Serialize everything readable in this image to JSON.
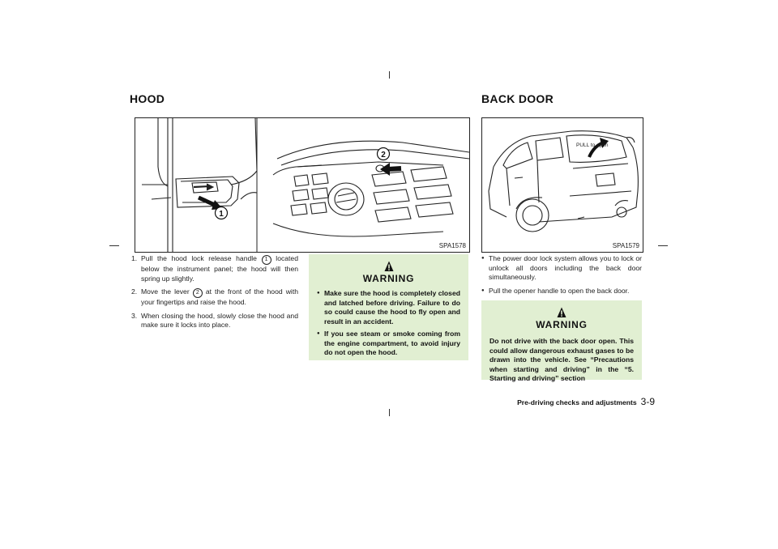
{
  "hood": {
    "title": "HOOD",
    "figure_code": "SPA1578",
    "callout_1": "1",
    "callout_2": "2",
    "steps": [
      {
        "num": "1.",
        "pre": "Pull the hood lock release handle ",
        "callout": "1",
        "post": " located below the instrument panel; the hood will then spring up slightly."
      },
      {
        "num": "2.",
        "pre": "Move the lever ",
        "callout": "2",
        "post": " at the front of the hood with your fingertips and raise the hood."
      },
      {
        "num": "3.",
        "pre": "When closing the hood, slowly close the hood and make sure it locks into place.",
        "callout": "",
        "post": ""
      }
    ],
    "warning": {
      "title": "WARNING",
      "items": [
        "Make sure the hood is completely closed and latched before driving. Failure to do so could cause the hood to fly open and result in an accident.",
        "If you see steam or smoke coming from the engine compartment, to avoid injury do not open the hood."
      ]
    }
  },
  "back_door": {
    "title": "BACK DOOR",
    "figure_code": "SPA1579",
    "figure_label": "PULL to open",
    "bullets": [
      "The power door lock system allows you to lock or unlock all doors including the back door simultaneously.",
      "Pull the opener handle to open the back door."
    ],
    "warning": {
      "title": "WARNING",
      "text": "Do not drive with the back door open. This could allow dangerous exhaust gases to be drawn into the vehicle. See “Precautions when starting and driving” in the “5. Starting and driving” section"
    }
  },
  "footer": {
    "section": "Pre-driving checks and adjustments",
    "page": "3-9"
  }
}
